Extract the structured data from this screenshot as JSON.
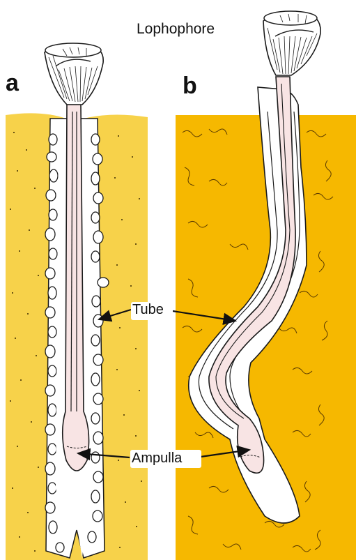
{
  "title": "Lophophore",
  "panel_a": "a",
  "panel_b": "b",
  "labels": {
    "tube": "Tube",
    "ampulla": "Ampulla"
  },
  "colors": {
    "sediment_a": "#f7d24a",
    "sediment_b": "#f6b800",
    "animal": "#f8e4e4",
    "outline": "#1a1a1a"
  }
}
